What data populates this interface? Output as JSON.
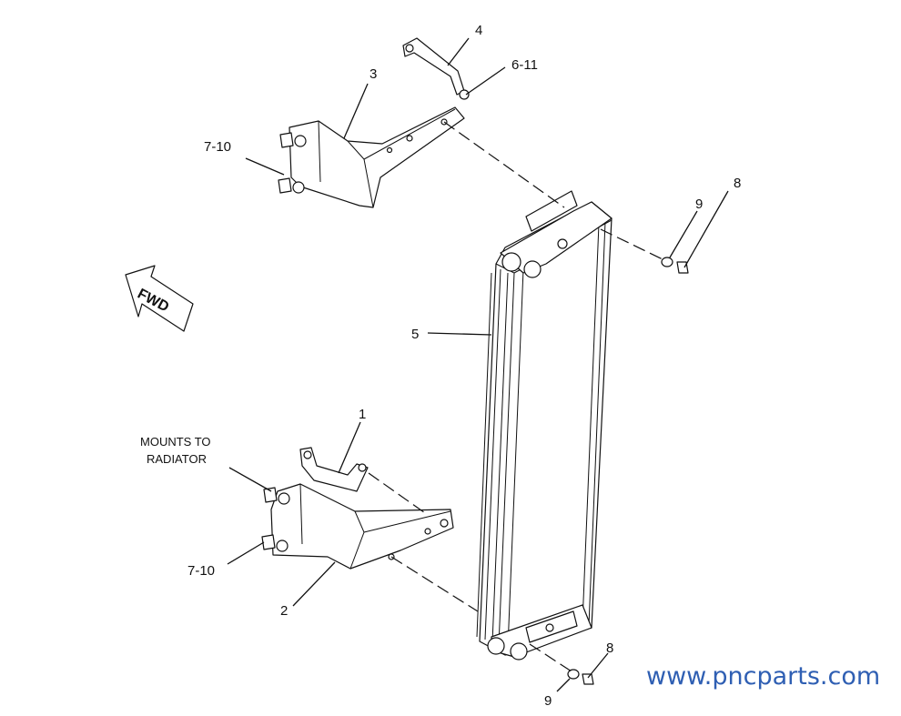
{
  "callouts": {
    "c1": "1",
    "c2": "2",
    "c3": "3",
    "c4": "4",
    "c5": "5",
    "c6_11": "6-11",
    "c7_10_top": "7-10",
    "c7_10_bottom": "7-10",
    "c8_top": "8",
    "c8_bottom": "8",
    "c9_top": "9",
    "c9_bottom": "9"
  },
  "note": {
    "line1": "MOUNTS TO",
    "line2": "RADIATOR"
  },
  "arrow": {
    "label": "FWD"
  },
  "watermark": "www.pncparts.com"
}
